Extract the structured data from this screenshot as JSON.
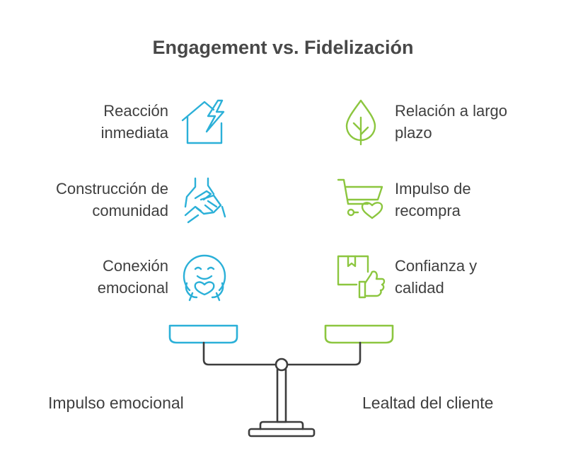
{
  "title": "Engagement vs. Fidelización",
  "colors": {
    "engagement": "#2bb0d8",
    "fidelizacion": "#8cc63f",
    "scale": "#3d3d3d"
  },
  "left": [
    {
      "lines": [
        "Reacción",
        "inmediata"
      ],
      "icon": "house-lightning-icon"
    },
    {
      "lines": [
        "Construcción de",
        "comunidad"
      ],
      "icon": "hands-together-icon"
    },
    {
      "lines": [
        "Conexión",
        "emocional"
      ],
      "icon": "smiling-face-hug-icon"
    }
  ],
  "right": [
    {
      "lines": [
        "Relación a largo",
        "plazo"
      ],
      "icon": "tree-icon"
    },
    {
      "lines": [
        "Impulso de",
        "recompra"
      ],
      "icon": "cart-heart-icon"
    },
    {
      "lines": [
        "Confianza y",
        "calidad"
      ],
      "icon": "box-thumbs-up-icon"
    }
  ],
  "bottom": {
    "left": "Impulso emocional",
    "right": "Lealtad del cliente"
  }
}
